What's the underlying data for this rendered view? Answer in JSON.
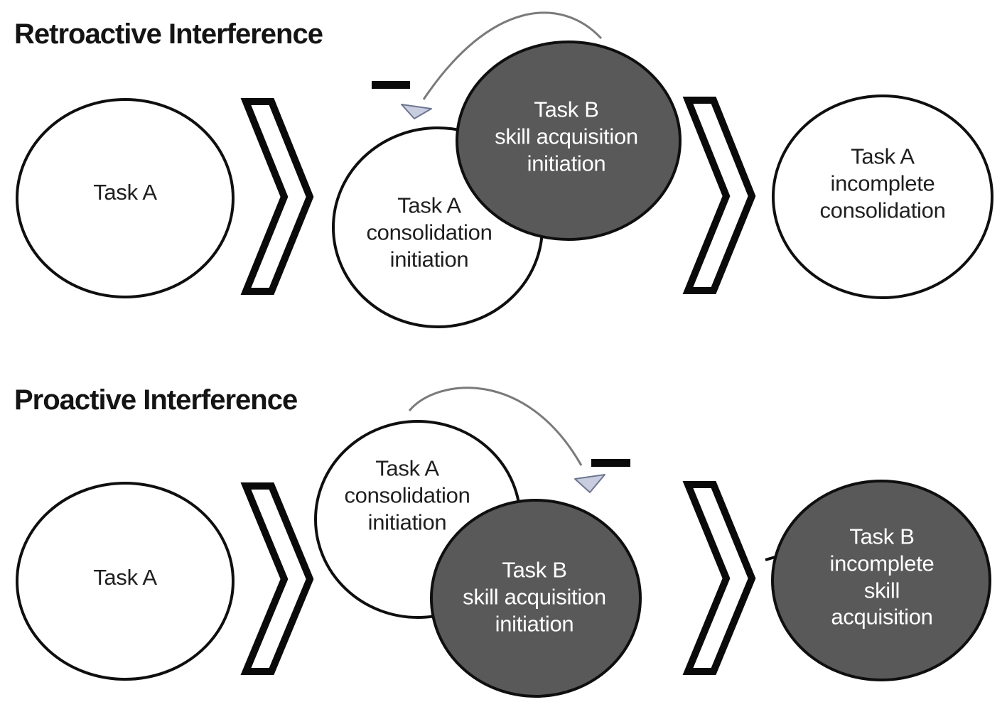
{
  "sections": [
    {
      "title": "Retroactive Interference",
      "nodes": [
        {
          "id": "task-a",
          "label": "Task A",
          "variant": "light"
        },
        {
          "id": "task-a-consolidation",
          "label": "Task A\nconsolidation\ninitiation",
          "variant": "light"
        },
        {
          "id": "task-b-skill-acquisition",
          "label": "Task B\nskill acquisition\ninitiation",
          "variant": "dark"
        },
        {
          "id": "task-a-incomplete",
          "label": "Task A\nincomplete\nconsolidation",
          "variant": "light"
        }
      ]
    },
    {
      "title": "Proactive Interference",
      "nodes": [
        {
          "id": "task-a",
          "label": "Task A",
          "variant": "light"
        },
        {
          "id": "task-a-consolidation",
          "label": "Task A\nconsolidation\ninitiation",
          "variant": "light"
        },
        {
          "id": "task-b-skill-acquisition",
          "label": "Task B\nskill acquisition\ninitiation",
          "variant": "dark"
        },
        {
          "id": "task-b-incomplete",
          "label": "Task B\nincomplete skill\nacquisition",
          "variant": "dark"
        }
      ]
    }
  ],
  "icons": {
    "flow_chevron": "❯",
    "inhibition_minus": "−",
    "loop_arrow": "curved-arrow"
  },
  "colors": {
    "background": "#ffffff",
    "title_text": "#141414",
    "node_text_dark": "#1f1f1f",
    "node_text_light": "#ffffff",
    "dark_circle_fill": "#595959",
    "light_circle_fill": "#ffffff",
    "circle_stroke": "#0f0f0f",
    "chevron_stroke": "#0a0a0a",
    "arrow_stroke": "#7a7a7a",
    "arrowhead_fill": "#c8cde0",
    "arrowhead_stroke": "#6f7690",
    "minus_color": "#0a0a0a"
  }
}
